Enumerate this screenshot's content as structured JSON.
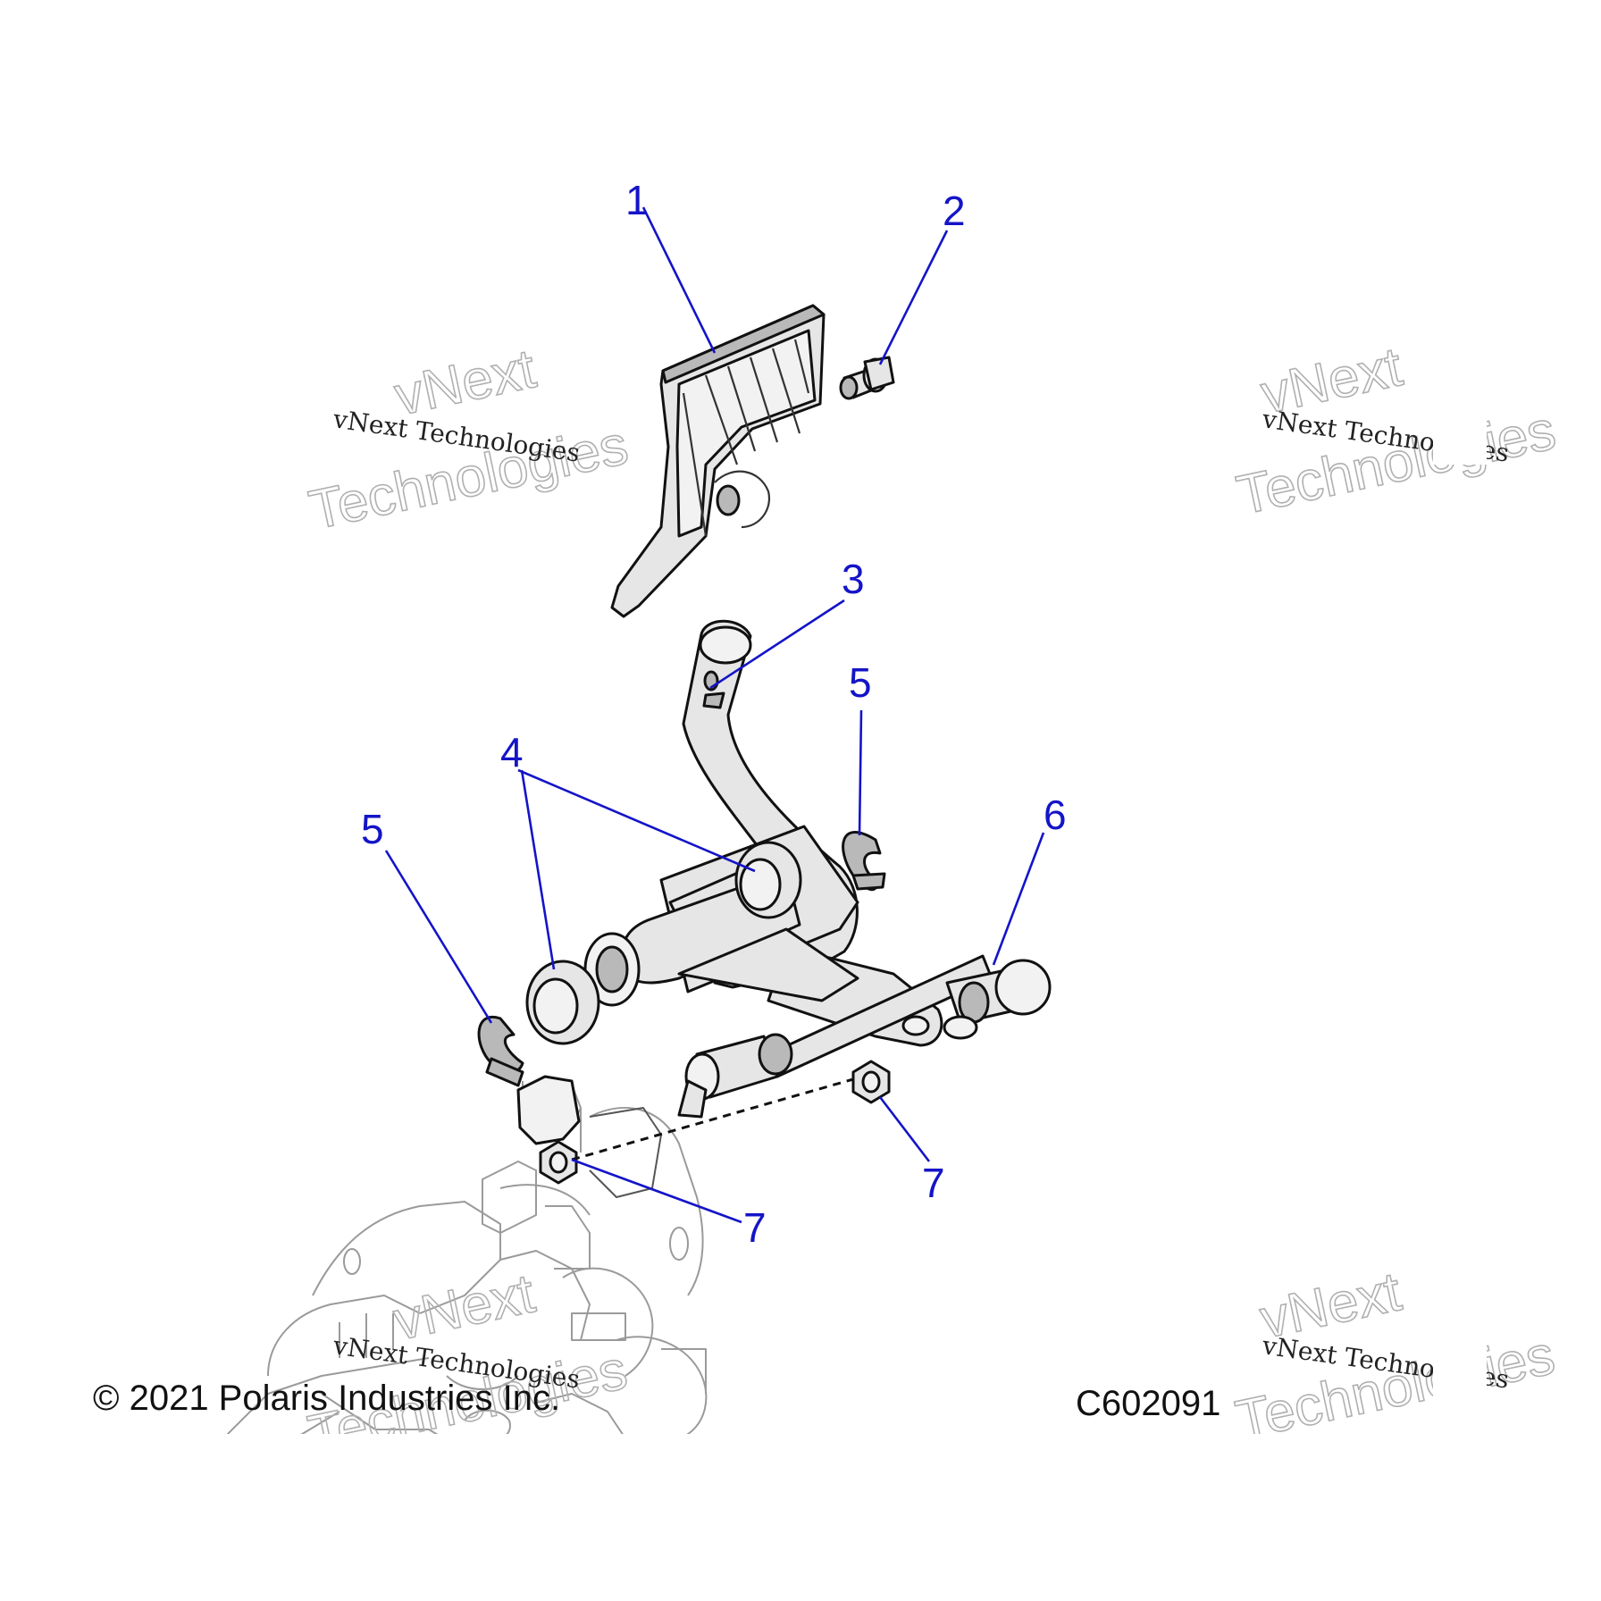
{
  "callouts": [
    {
      "id": "1",
      "label": "1"
    },
    {
      "id": "2",
      "label": "2"
    },
    {
      "id": "3",
      "label": "3"
    },
    {
      "id": "4",
      "label": "4"
    },
    {
      "id": "5a",
      "label": "5"
    },
    {
      "id": "5b",
      "label": "5"
    },
    {
      "id": "6",
      "label": "6"
    },
    {
      "id": "7a",
      "label": "7"
    },
    {
      "id": "7b",
      "label": "7"
    }
  ],
  "watermark": {
    "small": "vNext Technologies",
    "large_line1": "vNext",
    "large_line2": "Technologies"
  },
  "footer": {
    "copyright": "© 2021 Polaris Industries Inc.",
    "diagram_code": "C602091"
  },
  "colors": {
    "callout": "#1414c8",
    "line_art": "#111111"
  }
}
